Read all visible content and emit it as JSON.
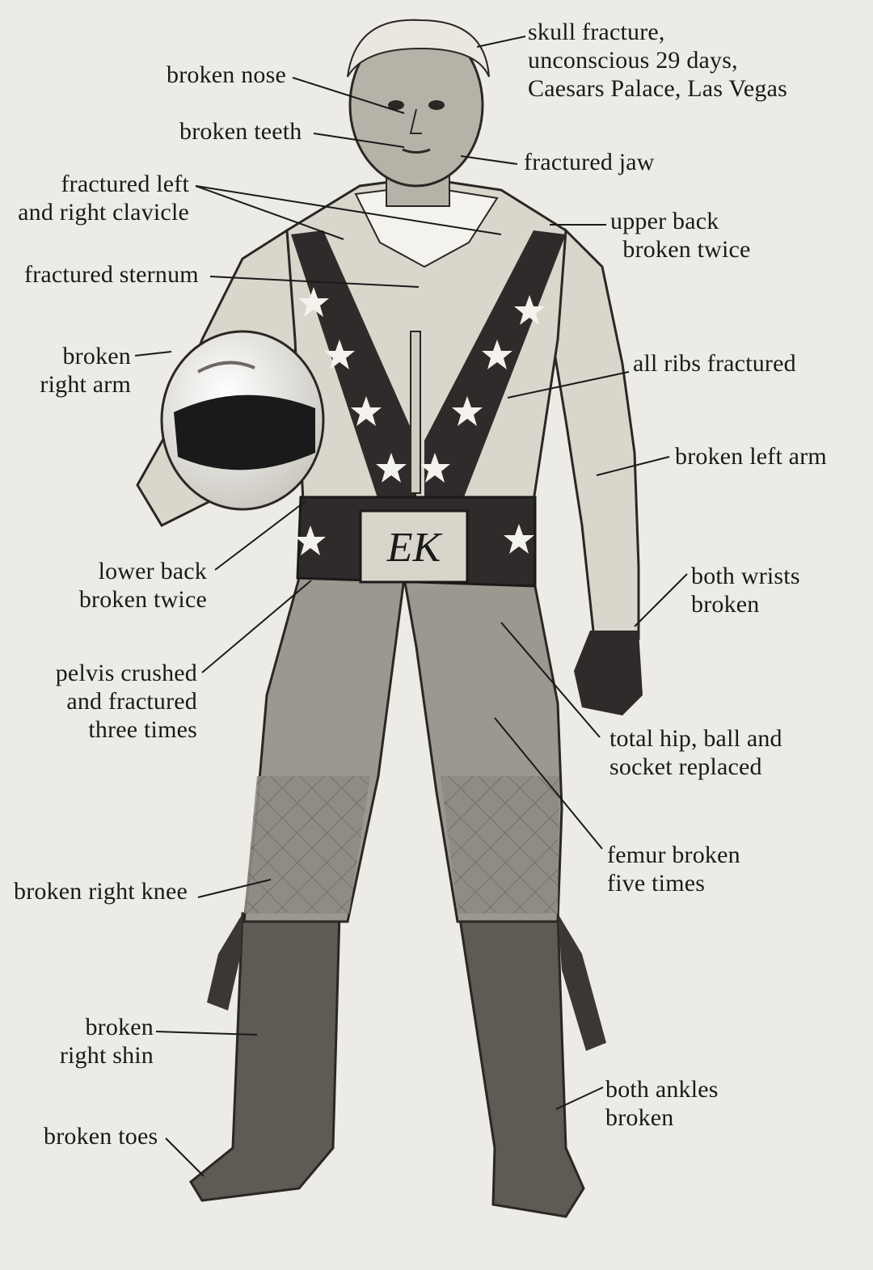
{
  "figure": {
    "belt_initials": "EK",
    "colors": {
      "background": "#ecebe5",
      "ink": "#1a1a1a",
      "suit": "#d9d6cc",
      "trim": "#2f2b2a",
      "boots": "#5f5a53"
    }
  },
  "labels": {
    "skull": "skull fracture,\nunconscious 29 days,\nCaesars Palace, Las Vegas",
    "nose": "broken nose",
    "teeth": "broken teeth",
    "jaw": "fractured jaw",
    "clavicle": "fractured left\nand right clavicle",
    "upper_back": "upper back\n  broken twice",
    "sternum": "fractured sternum",
    "ribs": "all ribs fractured",
    "right_arm": "broken\nright arm",
    "left_arm": "broken left arm",
    "lower_back": "lower back\nbroken twice",
    "wrists": "both wrists\nbroken",
    "pelvis": "pelvis crushed\nand fractured\nthree times",
    "hip": "total hip, ball and\nsocket replaced",
    "femur": "femur broken\nfive times",
    "knee": "broken right knee",
    "shin": "broken\nright shin",
    "ankles": "both ankles\nbroken",
    "toes": "broken toes"
  }
}
